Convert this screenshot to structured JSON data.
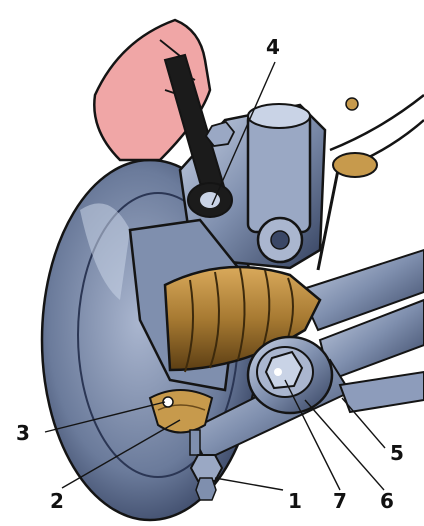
{
  "figure": {
    "callouts": [
      {
        "id": "1",
        "label": "1"
      },
      {
        "id": "2",
        "label": "2"
      },
      {
        "id": "3",
        "label": "3"
      },
      {
        "id": "4",
        "label": "4"
      },
      {
        "id": "5",
        "label": "5"
      },
      {
        "id": "6",
        "label": "6"
      },
      {
        "id": "7",
        "label": "7"
      }
    ],
    "colors": {
      "metal": "#7f8fae",
      "metal_dark": "#34415f",
      "metal_light": "#c9d3e6",
      "boot": "#a77a32",
      "boot_light": "#d9a95b",
      "brass": "#c79a4c",
      "hand": "#f0a6a6",
      "wrench": "#1b1b1b",
      "outline": "#141414"
    },
    "icons": [
      "hand-holding-wrench",
      "brake-disc",
      "cv-joint-boot",
      "ball-joint",
      "suspension-arm",
      "steering-knuckle",
      "nut",
      "bolt"
    ]
  }
}
